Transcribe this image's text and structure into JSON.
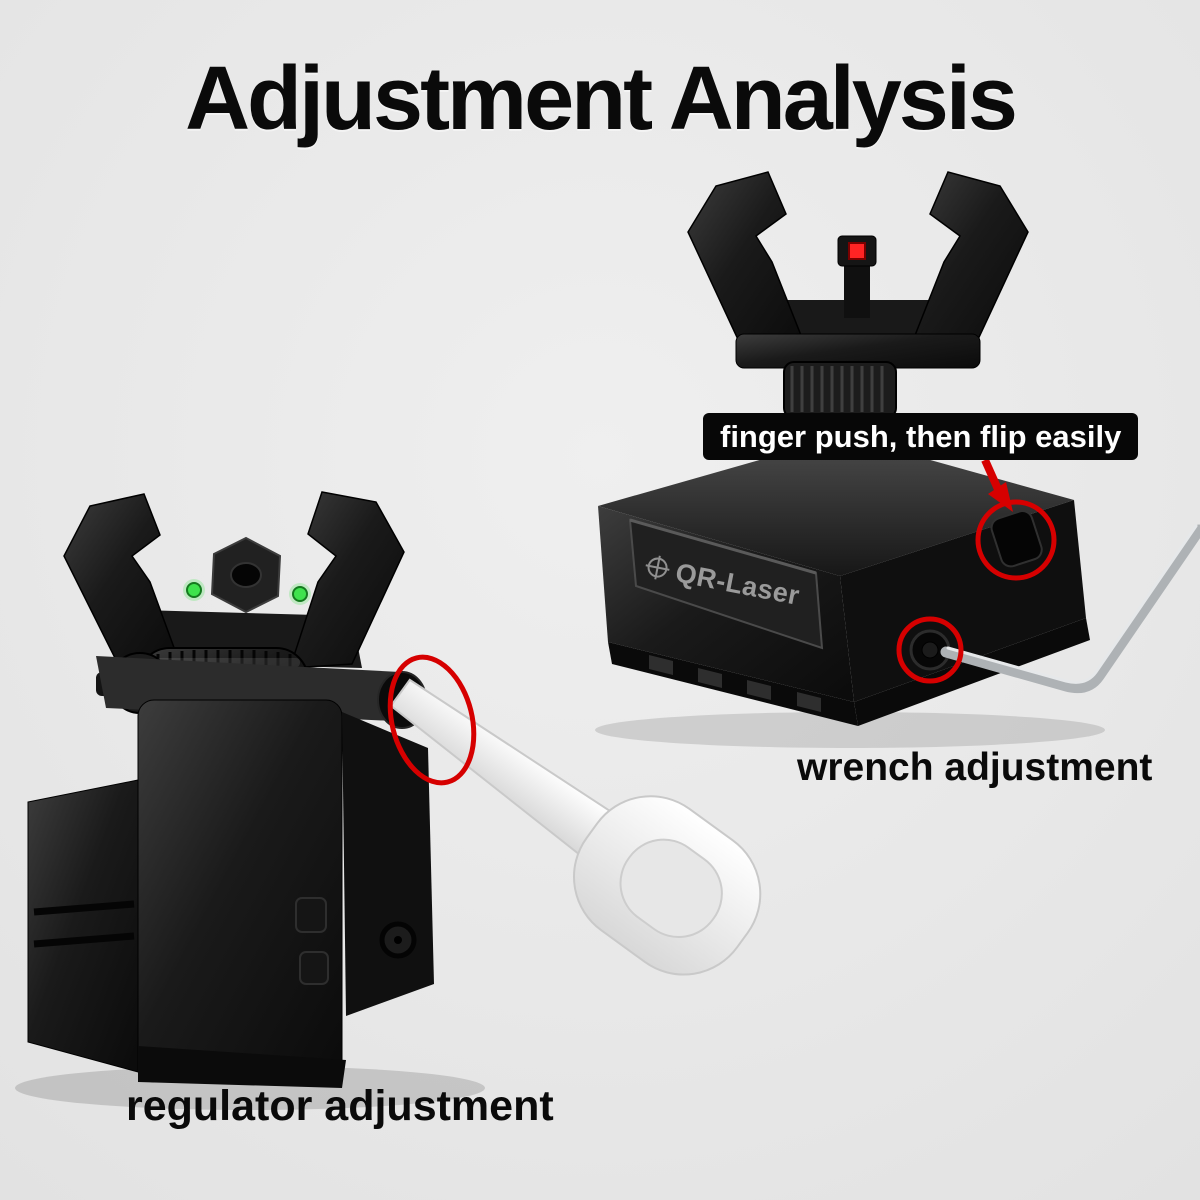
{
  "title": "Adjustment Analysis",
  "product": {
    "brand": "QR-Laser"
  },
  "annotations": {
    "finger_push": "finger push, then flip easily",
    "wrench": "wrench adjustment",
    "regulator": "regulator adjustment"
  },
  "colors": {
    "background": "#e9e9e9",
    "title_text": "#0a0a0a",
    "label_bg": "#070707",
    "label_text": "#ffffff",
    "annotation_red": "#d60000",
    "fiber_dot_red": "#ff2424",
    "fiber_dot_green": "#3fe24d",
    "sight_body_black": "#161616",
    "tool_wrench_white": "#f2f2f2",
    "hex_wrench_silver": "#aeb2b5"
  }
}
